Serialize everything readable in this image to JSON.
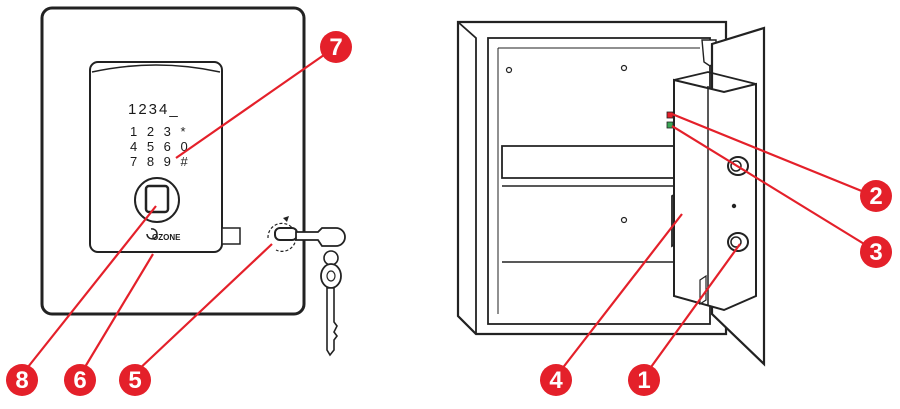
{
  "keypad": {
    "display": "1234_",
    "rows": [
      "1 2 3 *",
      "4 5 6 0",
      "7 8 9 #"
    ]
  },
  "logo": {
    "text": "OZONE"
  },
  "callouts": [
    {
      "id": "c1",
      "label": "1"
    },
    {
      "id": "c2",
      "label": "2"
    },
    {
      "id": "c3",
      "label": "3"
    },
    {
      "id": "c4",
      "label": "4"
    },
    {
      "id": "c5",
      "label": "5"
    },
    {
      "id": "c6",
      "label": "6"
    },
    {
      "id": "c7",
      "label": "7"
    },
    {
      "id": "c8",
      "label": "8"
    }
  ],
  "colors": {
    "callout": "#e4202a",
    "leader": "#e4202a",
    "outline": "#222222",
    "indicator_red": "#e4202a",
    "indicator_green": "#3aa655"
  }
}
